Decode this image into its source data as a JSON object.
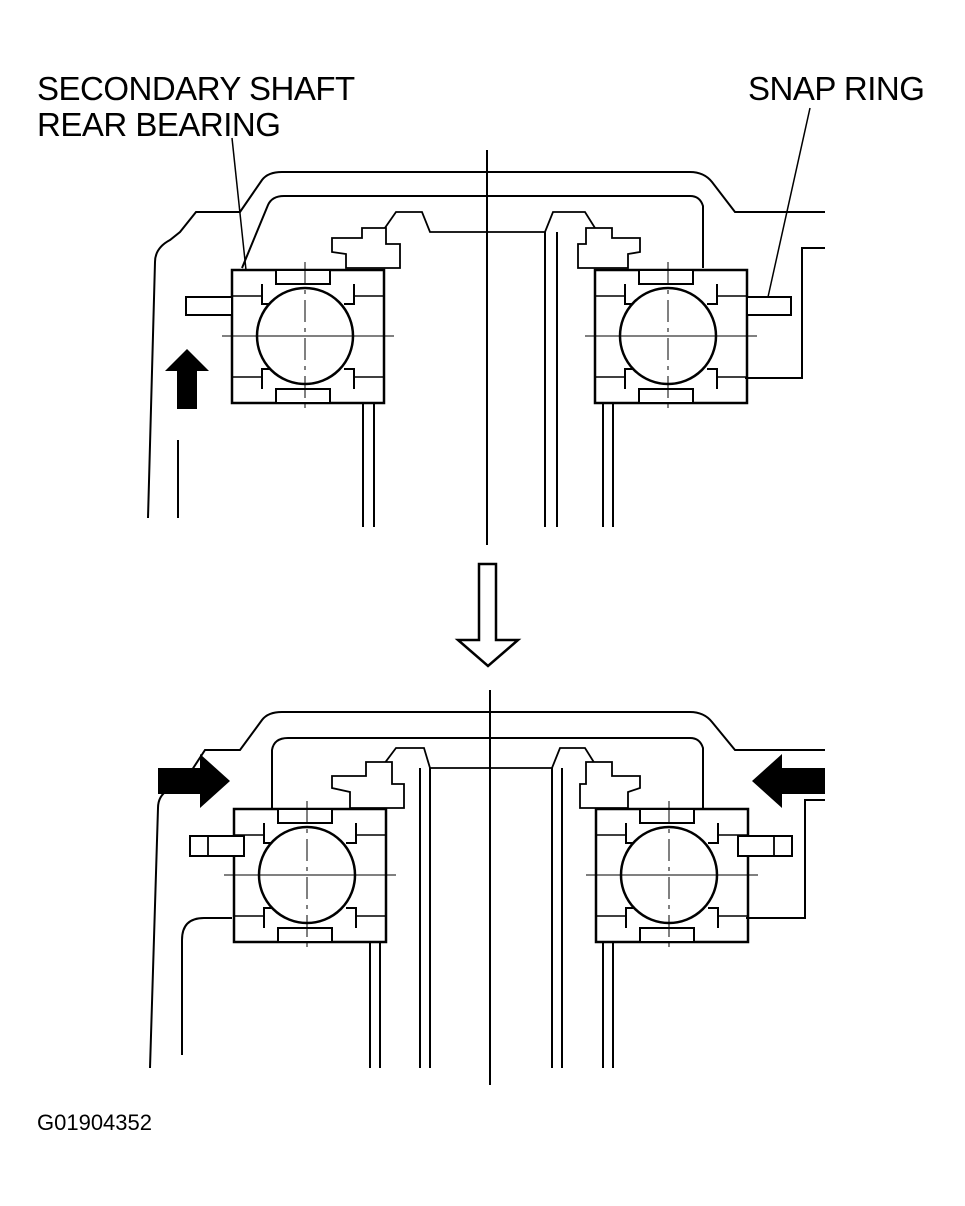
{
  "labels": {
    "bearing_line1": "SECONDARY SHAFT",
    "bearing_line2": "REAR BEARING",
    "snap_ring": "SNAP RING",
    "figure_id": "G01904352"
  }
}
